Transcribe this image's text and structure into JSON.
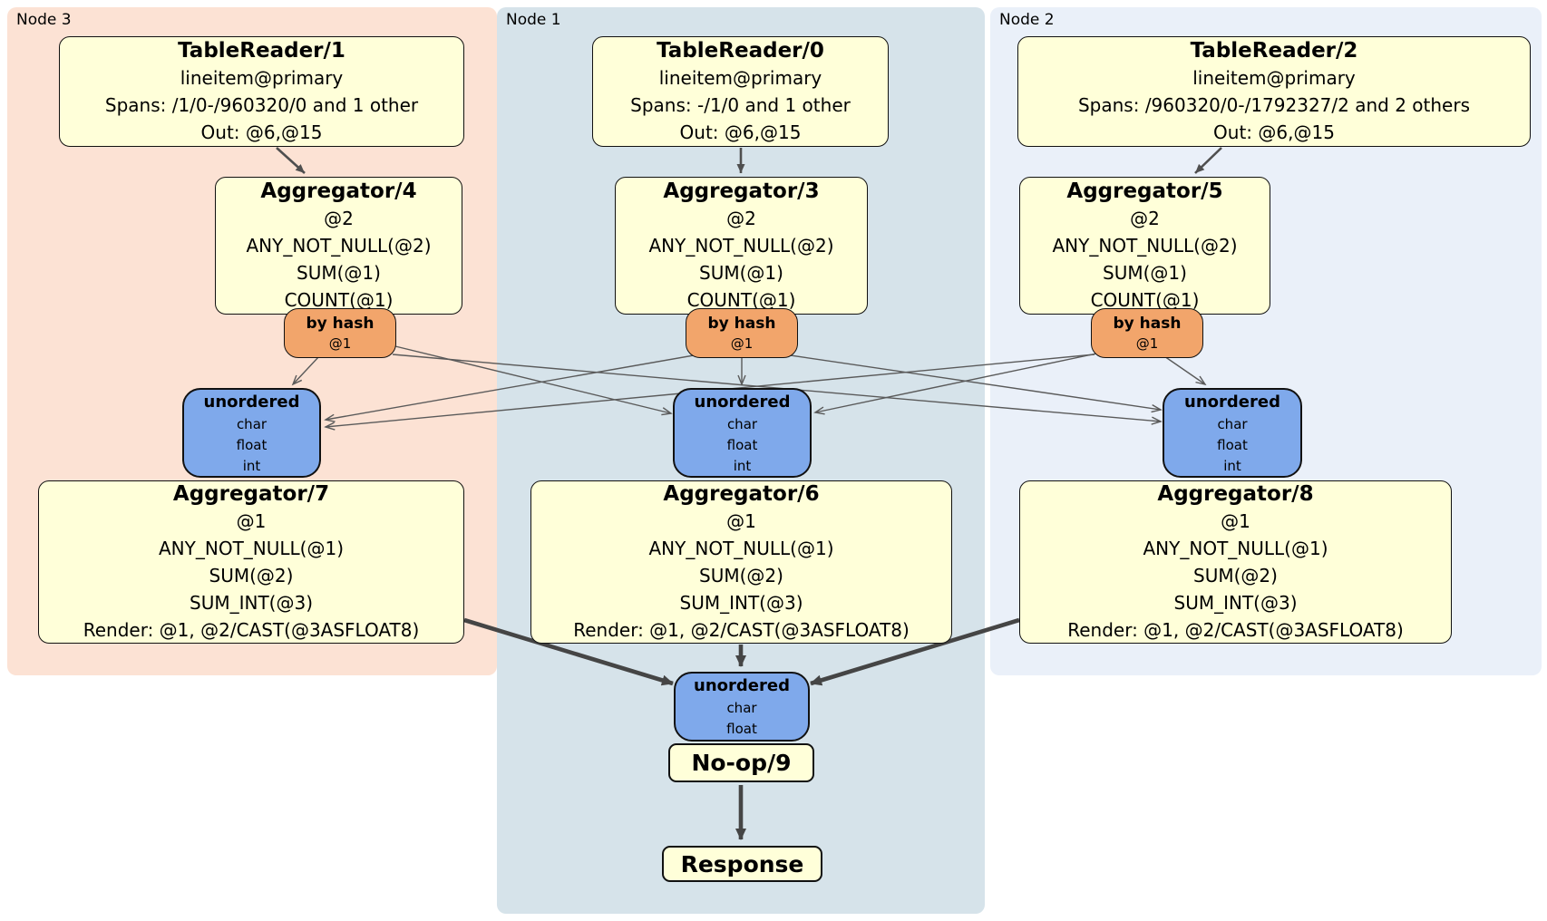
{
  "nodes": [
    {
      "label": "Node 3",
      "table_reader": {
        "title": "TableReader/1",
        "lines": [
          "lineitem@primary",
          "Spans: /1/0-/960320/0 and 1 other",
          "Out: @6,@15"
        ]
      },
      "aggregator_top": {
        "title": "Aggregator/4",
        "lines": [
          "@2",
          "ANY_NOT_NULL(@2)",
          "SUM(@1)",
          "COUNT(@1)"
        ]
      },
      "hash_router": {
        "label": "by hash",
        "key": "@1"
      },
      "sync": {
        "label": "unordered",
        "columns": [
          "char",
          "float",
          "int"
        ]
      },
      "aggregator_bottom": {
        "title": "Aggregator/7",
        "lines": [
          "@1",
          "ANY_NOT_NULL(@1)",
          "SUM(@2)",
          "SUM_INT(@3)",
          "Render: @1, @2/CAST(@3ASFLOAT8)"
        ]
      }
    },
    {
      "label": "Node 1",
      "table_reader": {
        "title": "TableReader/0",
        "lines": [
          "lineitem@primary",
          "Spans: -/1/0 and 1 other",
          "Out: @6,@15"
        ]
      },
      "aggregator_top": {
        "title": "Aggregator/3",
        "lines": [
          "@2",
          "ANY_NOT_NULL(@2)",
          "SUM(@1)",
          "COUNT(@1)"
        ]
      },
      "hash_router": {
        "label": "by hash",
        "key": "@1"
      },
      "sync": {
        "label": "unordered",
        "columns": [
          "char",
          "float",
          "int"
        ]
      },
      "aggregator_bottom": {
        "title": "Aggregator/6",
        "lines": [
          "@1",
          "ANY_NOT_NULL(@1)",
          "SUM(@2)",
          "SUM_INT(@3)",
          "Render: @1, @2/CAST(@3ASFLOAT8)"
        ]
      }
    },
    {
      "label": "Node 2",
      "table_reader": {
        "title": "TableReader/2",
        "lines": [
          "lineitem@primary",
          "Spans: /960320/0-/1792327/2 and 2 others",
          "Out: @6,@15"
        ]
      },
      "aggregator_top": {
        "title": "Aggregator/5",
        "lines": [
          "@2",
          "ANY_NOT_NULL(@2)",
          "SUM(@1)",
          "COUNT(@1)"
        ]
      },
      "hash_router": {
        "label": "by hash",
        "key": "@1"
      },
      "sync": {
        "label": "unordered",
        "columns": [
          "char",
          "float",
          "int"
        ]
      },
      "aggregator_bottom": {
        "title": "Aggregator/8",
        "lines": [
          "@1",
          "ANY_NOT_NULL(@1)",
          "SUM(@2)",
          "SUM_INT(@3)",
          "Render: @1, @2/CAST(@3ASFLOAT8)"
        ]
      }
    }
  ],
  "final": {
    "sync": {
      "label": "unordered",
      "columns": [
        "char",
        "float"
      ]
    },
    "noop": "No-op/9",
    "response": "Response"
  },
  "colors": {
    "node3_panel": "#fce2d4",
    "node1_panel": "#d6e3ea",
    "node2_panel": "#eaf0f9",
    "processor_box": "#ffffd9",
    "hash_router_box": "#f2a56b",
    "sync_box": "#7fa9eb",
    "edge": "#555555"
  }
}
